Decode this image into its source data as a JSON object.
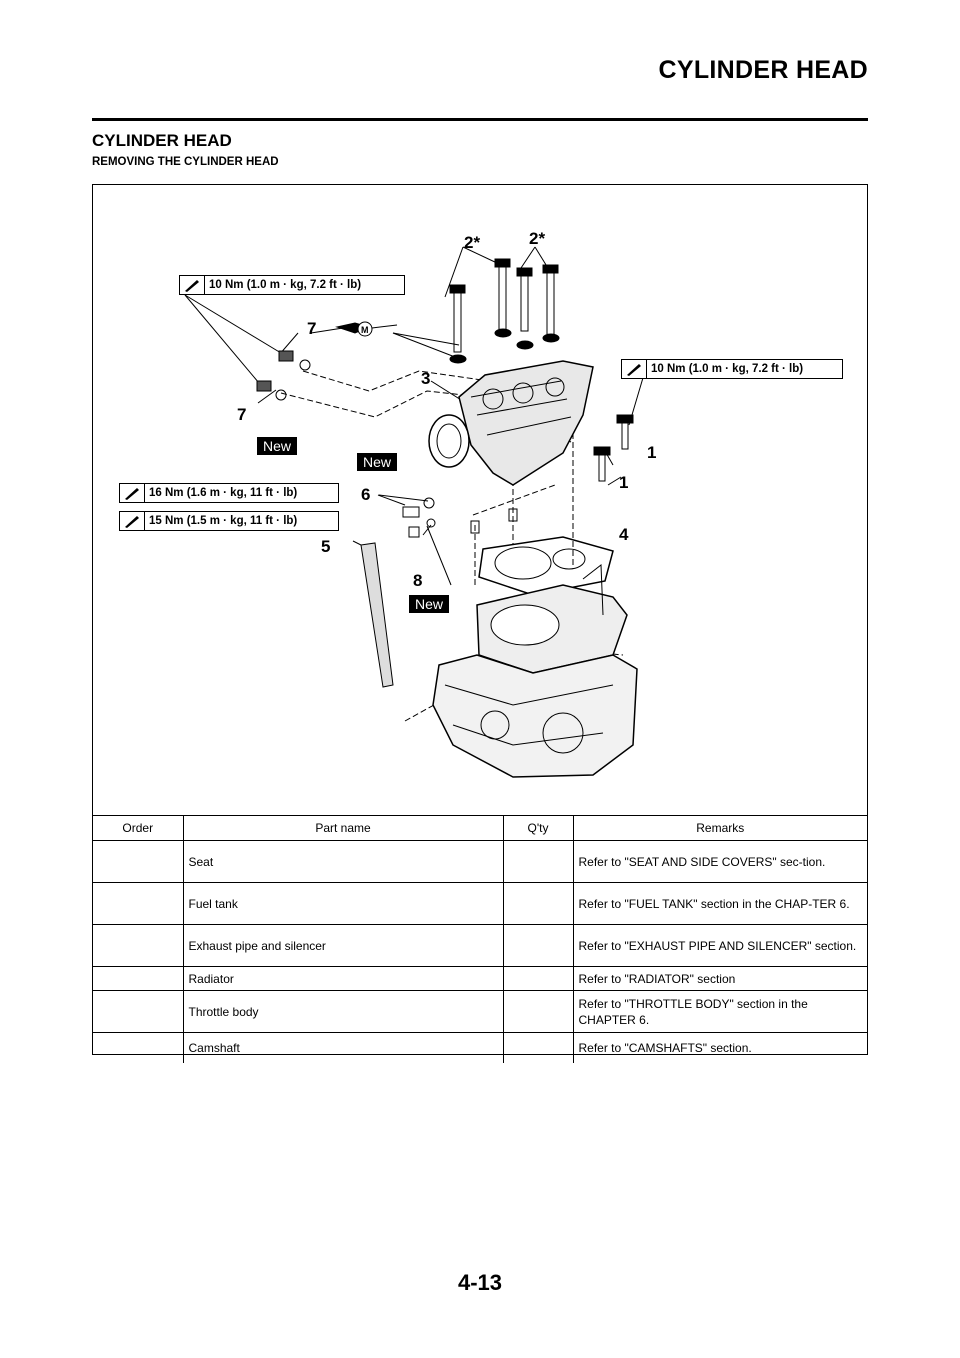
{
  "header": {
    "title": "CYLINDER HEAD"
  },
  "section": {
    "title": "CYLINDER HEAD",
    "subtitle": "REMOVING THE CYLINDER HEAD"
  },
  "diagram": {
    "torque_labels": [
      "10 Nm (1.0 m · kg, 7.2 ft · lb)",
      "10 Nm (1.0 m · kg, 7.2 ft · lb)",
      "16 Nm (1.6 m · kg, 11 ft · lb)",
      "15 Nm (1.5 m · kg, 11 ft · lb)"
    ],
    "callouts": [
      "2*",
      "2*",
      "7",
      "7",
      "3",
      "1",
      "1",
      "6",
      "4",
      "5",
      "8"
    ],
    "new_badges": [
      "New",
      "New",
      "New"
    ],
    "icons": [
      "torque-wrench-icon",
      "moly-grease-icon"
    ]
  },
  "table": {
    "headers": [
      "Order",
      "Part name",
      "Q'ty",
      "Remarks"
    ],
    "rows": [
      {
        "order": "",
        "part": "Seat",
        "qty": "",
        "remarks": "Refer to \"SEAT AND SIDE COVERS\" sec-tion."
      },
      {
        "order": "",
        "part": "Fuel tank",
        "qty": "",
        "remarks": "Refer to \"FUEL TANK\" section in the CHAP-TER 6."
      },
      {
        "order": "",
        "part": "Exhaust pipe and silencer",
        "qty": "",
        "remarks": "Refer to \"EXHAUST PIPE AND SILENCER\" section."
      },
      {
        "order": "",
        "part": "Radiator",
        "qty": "",
        "remarks": "Refer to \"RADIATOR\" section"
      },
      {
        "order": "",
        "part": "Throttle body",
        "qty": "",
        "remarks": "Refer to \"THROTTLE BODY\" section in the CHAPTER 6."
      },
      {
        "order": "",
        "part": "Camshaft",
        "qty": "",
        "remarks": "Refer to \"CAMSHAFTS\" section."
      }
    ]
  },
  "footer": {
    "page_number": "4-13"
  }
}
